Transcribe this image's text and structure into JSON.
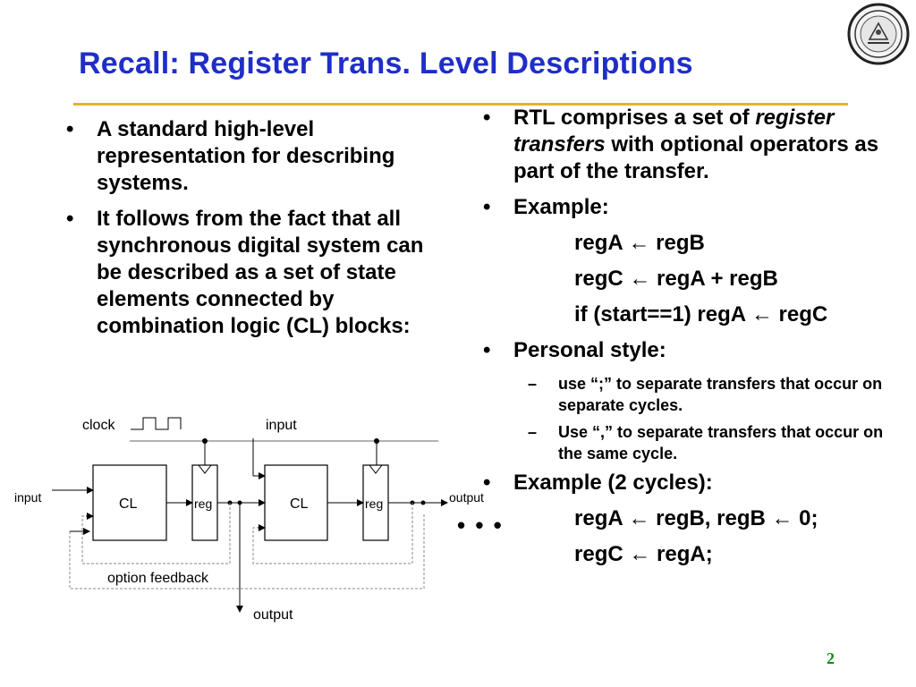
{
  "slide": {
    "title": "Recall: Register Trans. Level Descriptions",
    "page_number": "2"
  },
  "left": {
    "bullets": [
      "A standard high-level representation for describing systems.",
      "It follows from the fact that all synchronous digital system can be described as a set of state elements connected by combination logic (CL) blocks:"
    ]
  },
  "right": {
    "b1_prefix": "RTL comprises a set of ",
    "b1_italic": "register transfers",
    "b1_suffix": " with optional operators as part of the transfer.",
    "example_label": "Example:",
    "example_lines": [
      "regA ← regB",
      "regC ← regA + regB",
      "if (start==1) regA ← regC"
    ],
    "style_label": "Personal style:",
    "style_subs": [
      "use “;” to separate transfers that occur on separate cycles.",
      "Use “,” to separate transfers that occur on the same cycle."
    ],
    "example2_label": "Example (2 cycles):",
    "example2_lines": [
      "regA ← regB, regB ← 0;",
      "regC ← regA;"
    ]
  },
  "diagram": {
    "clock": "clock",
    "input_top": "input",
    "input_left": "input",
    "cl1": "CL",
    "reg1": "reg",
    "cl2": "CL",
    "reg2": "reg",
    "output_right": "output",
    "feedback": "option feedback",
    "output_bottom": "output",
    "ellipsis": "• • •"
  }
}
